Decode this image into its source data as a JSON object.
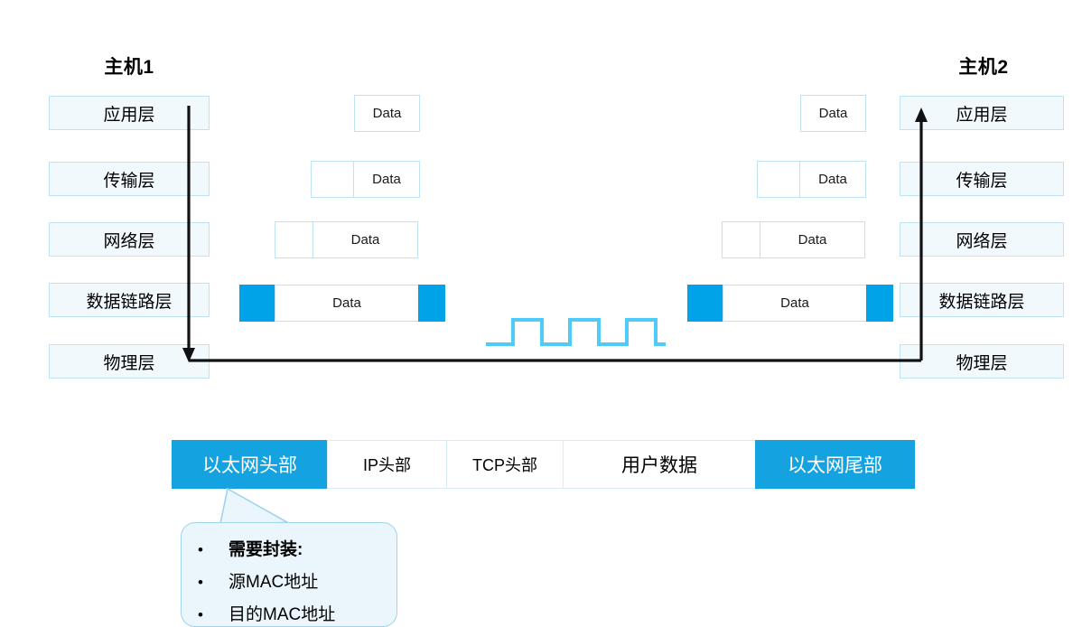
{
  "hosts": {
    "left": {
      "title": "主机1"
    },
    "right": {
      "title": "主机2"
    }
  },
  "layers": [
    {
      "label": "应用层"
    },
    {
      "label": "传输层"
    },
    {
      "label": "网络层"
    },
    {
      "label": "数据链路层"
    },
    {
      "label": "物理层"
    }
  ],
  "pdu_label": "Data",
  "pdu_rows": [
    {
      "layer": "应用层",
      "segments": [
        "",
        "Data"
      ]
    },
    {
      "layer": "传输层",
      "segments": [
        "",
        "Data"
      ]
    },
    {
      "layer": "网络层",
      "segments": [
        "",
        "Data"
      ]
    },
    {
      "layer": "数据链路层",
      "segments": [
        "",
        "Data",
        ""
      ]
    }
  ],
  "signal": {
    "name": "physical-layer-square-wave",
    "pulses": 3
  },
  "frame": {
    "segments": [
      {
        "label": "以太网头部",
        "accent": true
      },
      {
        "label": "IP头部",
        "accent": false
      },
      {
        "label": "TCP头部",
        "accent": false
      },
      {
        "label": "用户数据",
        "accent": false
      },
      {
        "label": "以太网尾部",
        "accent": true
      }
    ]
  },
  "callout": {
    "bullet": "•",
    "items": [
      {
        "text": "需要封装:",
        "bold": true
      },
      {
        "text": "源MAC地址",
        "bold": false
      },
      {
        "text": "目的MAC地址",
        "bold": false
      }
    ]
  },
  "colors": {
    "accent_blue": "#00a2e8",
    "frame_blue": "#14a3e0",
    "layer_fill": "#f2f9fd",
    "layer_border": "#bfe3f5",
    "callout_fill": "#eaf6fc",
    "callout_border": "#9fd4ee",
    "arrow_black": "#111111"
  }
}
